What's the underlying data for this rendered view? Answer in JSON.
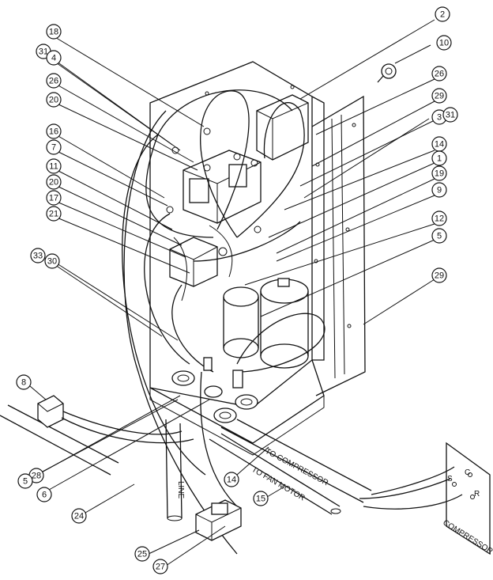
{
  "callouts": [
    {
      "id": "18",
      "label": "18"
    },
    {
      "id": "31a",
      "label": "31"
    },
    {
      "id": "4",
      "label": "4"
    },
    {
      "id": "26a",
      "label": "26"
    },
    {
      "id": "20a",
      "label": "20"
    },
    {
      "id": "16",
      "label": "16"
    },
    {
      "id": "7",
      "label": "7"
    },
    {
      "id": "11",
      "label": "11"
    },
    {
      "id": "20b",
      "label": "20"
    },
    {
      "id": "17",
      "label": "17"
    },
    {
      "id": "21",
      "label": "21"
    },
    {
      "id": "33",
      "label": "33"
    },
    {
      "id": "30",
      "label": "30"
    },
    {
      "id": "2",
      "label": "2"
    },
    {
      "id": "10",
      "label": "10"
    },
    {
      "id": "26b",
      "label": "26"
    },
    {
      "id": "29a",
      "label": "29"
    },
    {
      "id": "3",
      "label": "3"
    },
    {
      "id": "31b",
      "label": "31"
    },
    {
      "id": "14a",
      "label": "14"
    },
    {
      "id": "1",
      "label": "1"
    },
    {
      "id": "19",
      "label": "19"
    },
    {
      "id": "9",
      "label": "9"
    },
    {
      "id": "12",
      "label": "12"
    },
    {
      "id": "5a",
      "label": "5"
    },
    {
      "id": "29b",
      "label": "29"
    },
    {
      "id": "8",
      "label": "8"
    },
    {
      "id": "28",
      "label": "28"
    },
    {
      "id": "5b",
      "label": "5"
    },
    {
      "id": "6",
      "label": "6"
    },
    {
      "id": "24",
      "label": "24"
    },
    {
      "id": "14b",
      "label": "14"
    },
    {
      "id": "15",
      "label": "15"
    },
    {
      "id": "25",
      "label": "25"
    },
    {
      "id": "27",
      "label": "27"
    }
  ],
  "labels": {
    "line": "LINE",
    "to_compressor": "TO COMPRESSOR",
    "to_fan_motor": "TO FAN MOTOR",
    "terminal_c": "C",
    "terminal_s": "S",
    "terminal_r": "R",
    "compressor": "COMPRESSOR"
  }
}
